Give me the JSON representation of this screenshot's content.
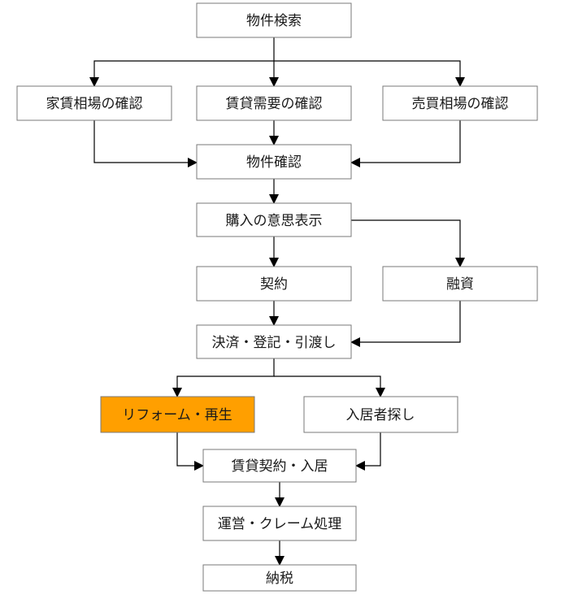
{
  "nodes": {
    "property_search": "物件検索",
    "rent_market_check": "家賃相場の確認",
    "rental_demand_check": "賃貸需要の確認",
    "sale_market_check": "売買相場の確認",
    "property_check": "物件確認",
    "purchase_intent": "購入の意思表示",
    "contract": "契約",
    "financing": "融資",
    "settlement": "決済・登記・引渡し",
    "reform": "リフォーム・再生",
    "tenant_search": "入居者探し",
    "lease_move_in": "賃貸契約・入居",
    "operation": "運営・クレーム処理",
    "tax": "納税"
  },
  "colors": {
    "highlight_fill": "#ff9f00",
    "box_border": "#7a7a7a",
    "connector": "#000000"
  }
}
